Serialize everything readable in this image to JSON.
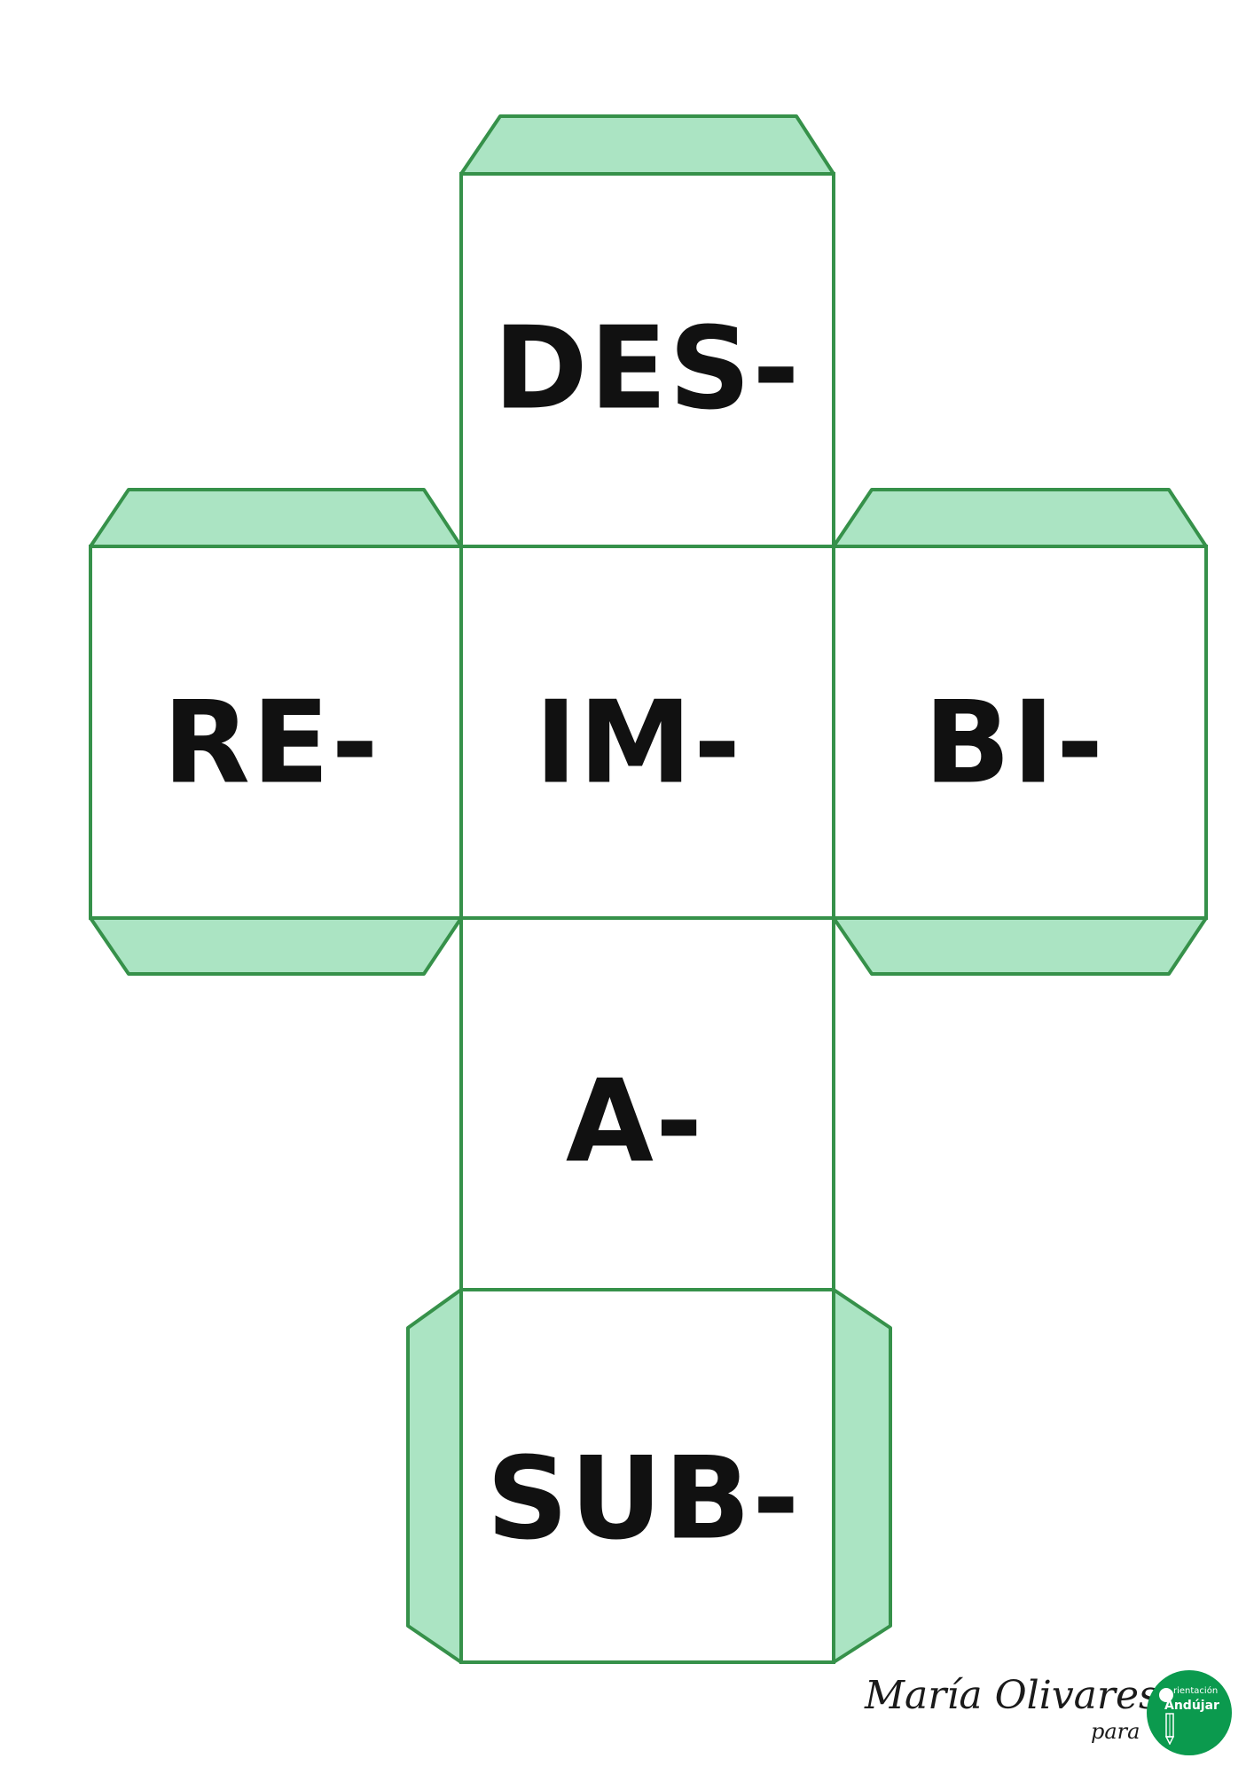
{
  "faces": {
    "top": "DES-",
    "left": "RE-",
    "center": "IM-",
    "right": "BI-",
    "lower": "A-",
    "bottom": "SUB-"
  },
  "signature": {
    "name": "María Olivares",
    "para": "para"
  },
  "logo": {
    "line1": "rientación",
    "line2": "Andújar",
    "icon": "pencil-icon"
  },
  "colors": {
    "outline": "#36914a",
    "tab_fill": "#abe4c3",
    "logo_green": "#0b9a4e"
  }
}
